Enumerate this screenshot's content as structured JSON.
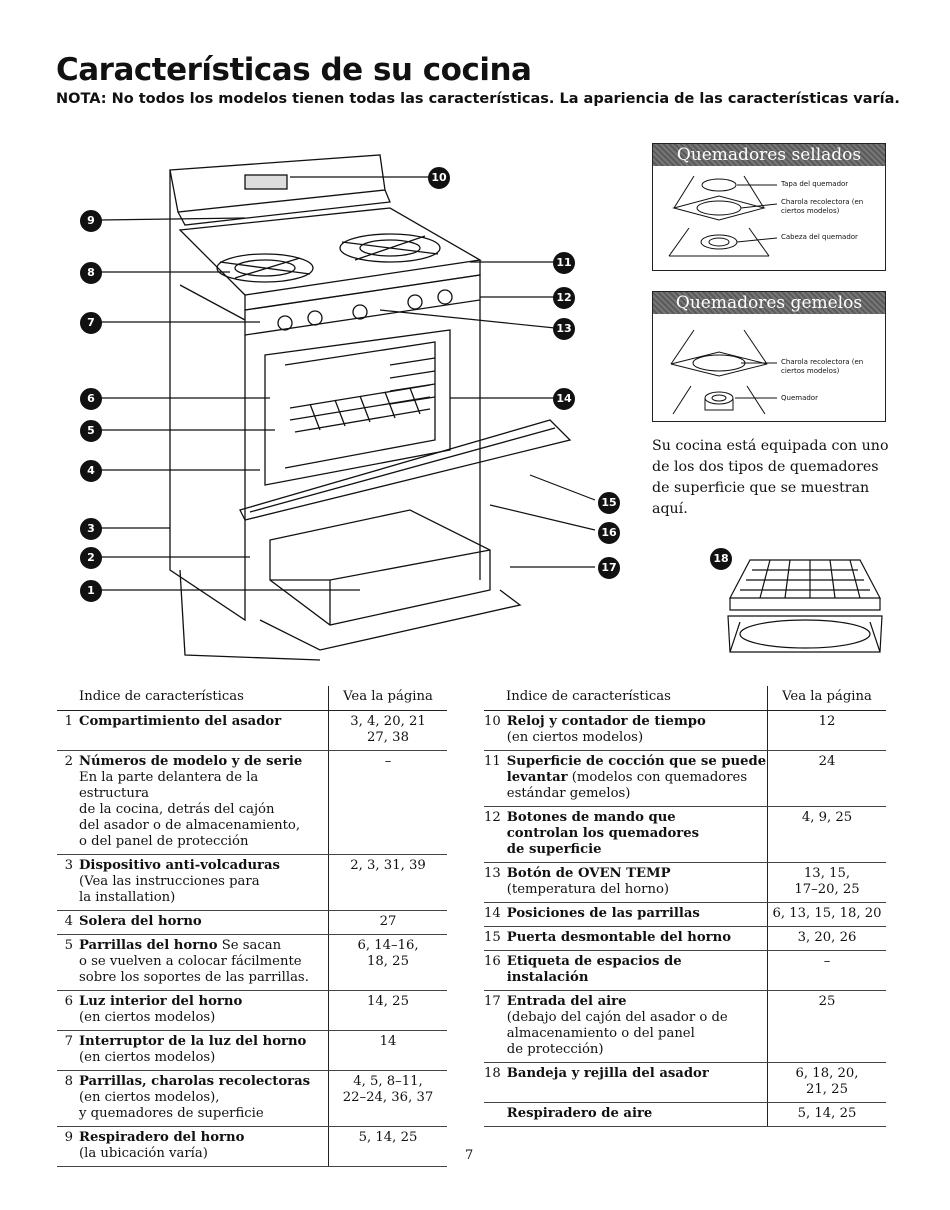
{
  "title": "Características de su cocina",
  "note": {
    "label": "NOTA:",
    "text": " No todos los modelos tienen todas las características. La apariencia de las características varía."
  },
  "callouts": [
    "1",
    "2",
    "3",
    "4",
    "5",
    "6",
    "7",
    "8",
    "9",
    "10",
    "11",
    "12",
    "13",
    "14",
    "15",
    "16",
    "17",
    "18"
  ],
  "panel_sealed": {
    "title": "Quemadores sellados",
    "labels": [
      "Tapa del quemador",
      "Charola recolectora (en ciertos modelos)",
      "Cabeza del quemador"
    ]
  },
  "panel_twin": {
    "title": "Quemadores gemelos estándar",
    "labels": [
      "Charola recolectora (en ciertos modelos)",
      "Quemador"
    ]
  },
  "caption": "Su cocina está equipada con uno de los dos tipos de quemadores de superficie que se muestran aquí.",
  "table_left": {
    "header_feature": "Indice de características",
    "header_page": "Vea la página",
    "rows": [
      {
        "num": "1",
        "title": "Compartimiento del asador",
        "detail": "",
        "pages": "3, 4, 20, 21\n27, 38"
      },
      {
        "num": "2",
        "title": "Números de modelo y de serie",
        "detail": "En la parte delantera de la estructura\nde la cocina, detrás del cajón\ndel asador o de almacenamiento,\no del panel de protección",
        "pages": "–"
      },
      {
        "num": "3",
        "title": "Dispositivo anti-volcaduras",
        "detail": "(Vea las instrucciones para\nla installation)",
        "pages": "2, 3, 31, 39"
      },
      {
        "num": "4",
        "title": "Solera del horno",
        "detail": "",
        "pages": "27"
      },
      {
        "num": "5",
        "title": "Parrillas del horno",
        "detail": " Se sacan\no se vuelven a colocar fácilmente\nsobre los soportes de las parrillas.",
        "pages": "6, 14–16,\n18, 25"
      },
      {
        "num": "6",
        "title": "Luz interior del horno",
        "detail": "(en ciertos modelos)",
        "pages": "14, 25"
      },
      {
        "num": "7",
        "title": "Interruptor de la luz del horno",
        "detail": "(en ciertos modelos)",
        "pages": "14"
      },
      {
        "num": "8",
        "title": "Parrillas, charolas recolectoras",
        "detail": "(en ciertos modelos),\ny quemadores de superficie",
        "pages": "4, 5, 8–11,\n22–24, 36, 37"
      },
      {
        "num": "9",
        "title": "Respiradero del horno",
        "detail": "(la ubicación varía)",
        "pages": "5, 14, 25"
      }
    ]
  },
  "table_right": {
    "header_feature": "Indice de características",
    "header_page": "Vea la página",
    "rows": [
      {
        "num": "10",
        "title": "Reloj y contador de tiempo",
        "detail": "(en ciertos modelos)",
        "pages": "12"
      },
      {
        "num": "11",
        "title": "Superficie de cocción que se puede\nlevantar",
        "detail": " (modelos con quemadores\nestándar gemelos)",
        "pages": "24"
      },
      {
        "num": "12",
        "title": "Botones de mando que\ncontrolan los quemadores\nde superficie",
        "detail": "",
        "pages": "4, 9, 25"
      },
      {
        "num": "13",
        "title": "Botón de OVEN TEMP",
        "detail": "(temperatura del horno)",
        "pages": "13, 15,\n17–20, 25"
      },
      {
        "num": "14",
        "title": "Posiciones de las parrillas",
        "detail": "",
        "pages": "6, 13, 15, 18, 20"
      },
      {
        "num": "15",
        "title": "Puerta desmontable del horno",
        "detail": "",
        "pages": "3, 20, 26"
      },
      {
        "num": "16",
        "title": "Etiqueta de espacios de instalación",
        "detail": "",
        "pages": "–"
      },
      {
        "num": "17",
        "title": "Entrada del aire",
        "detail": "(debajo del cajón del asador o de\nalmacenamiento o del panel\nde protección)",
        "pages": "25"
      },
      {
        "num": "18",
        "title": "Bandeja y rejilla del asador",
        "detail": "",
        "pages": "6, 18, 20,\n21, 25"
      },
      {
        "num": "",
        "title": "Respiradero de aire",
        "detail": "",
        "pages": "5, 14, 25"
      }
    ]
  },
  "page_number": "7"
}
